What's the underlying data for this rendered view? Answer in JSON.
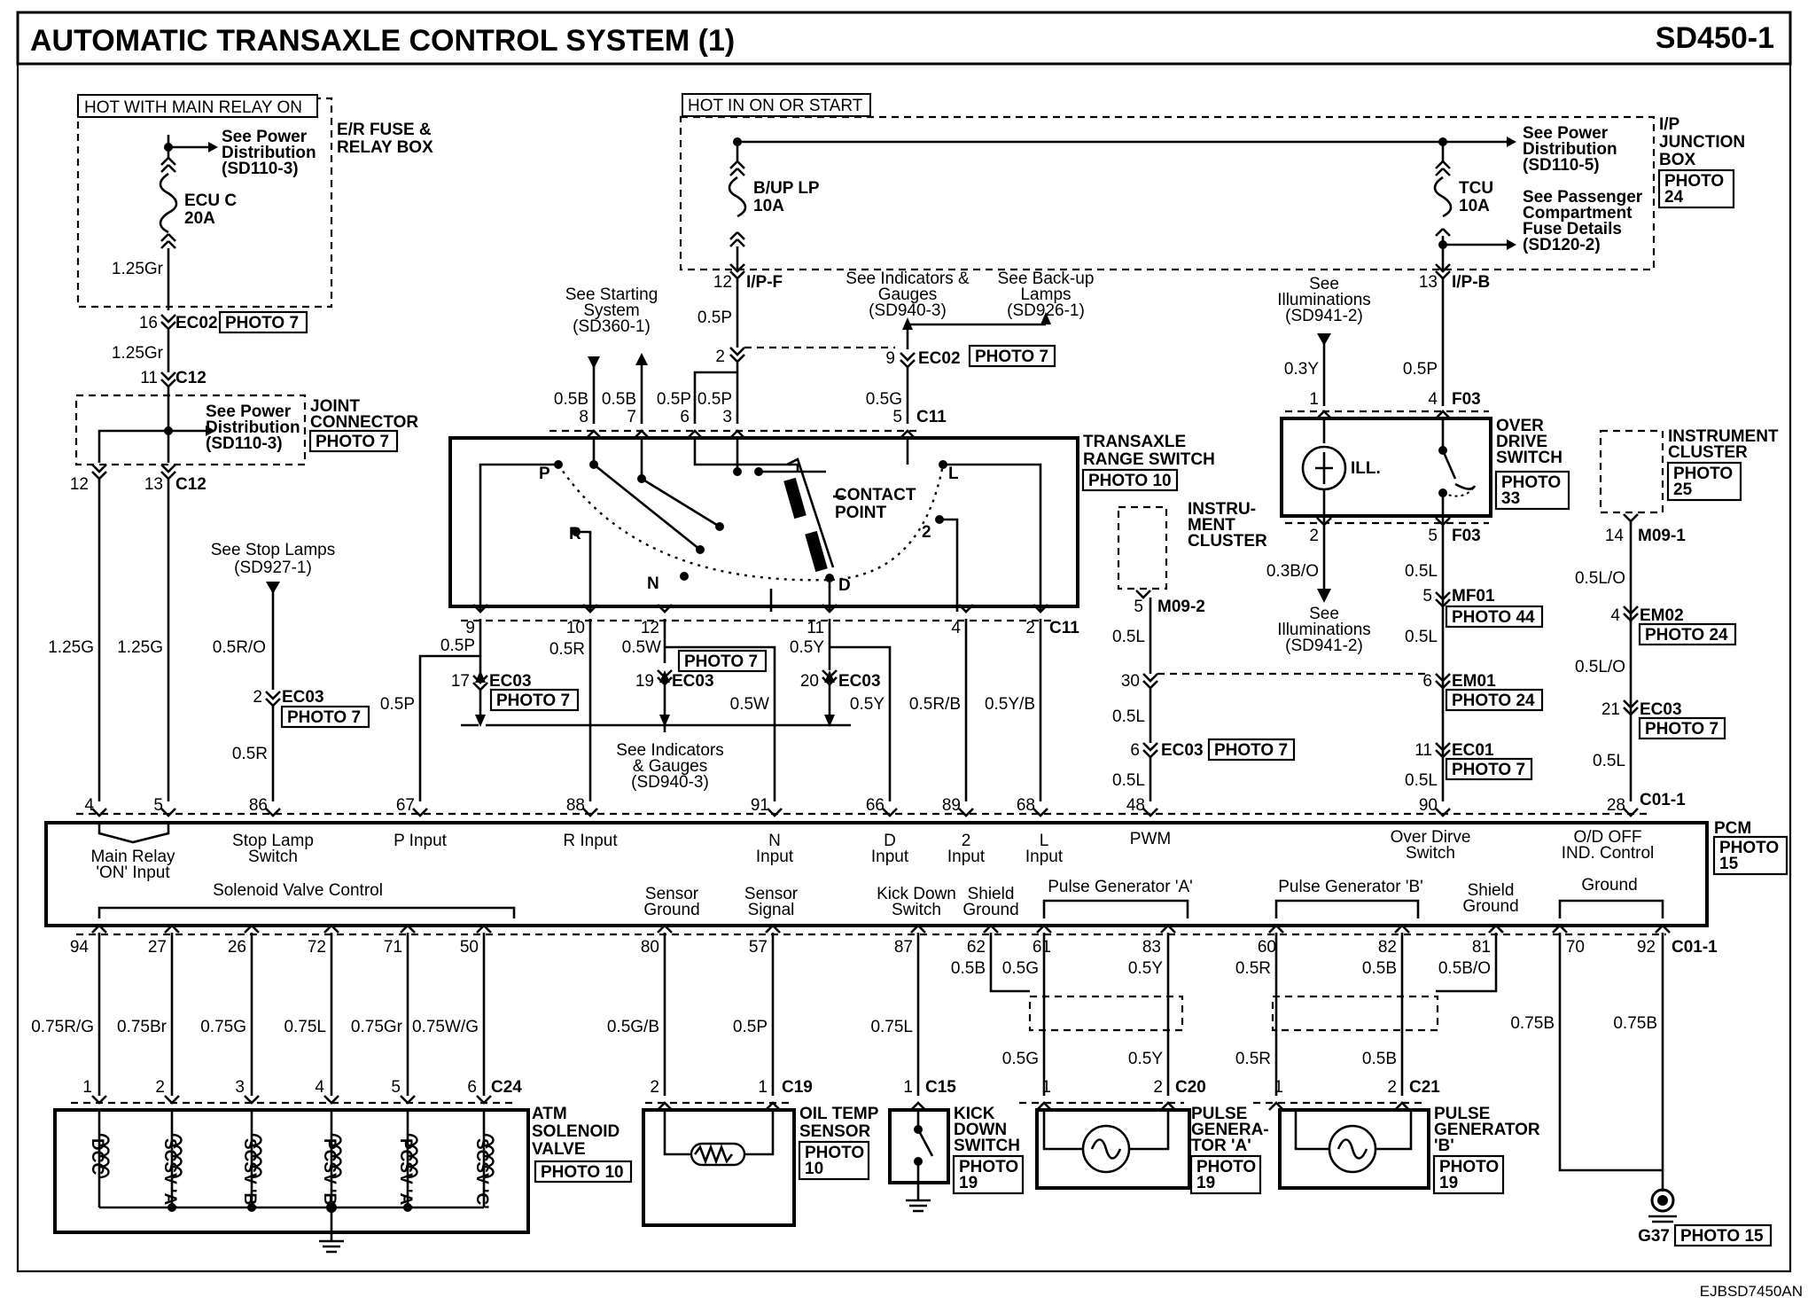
{
  "header": {
    "title": "AUTOMATIC TRANSAXLE CONTROL SYSTEM (1)",
    "code": "SD450-1"
  },
  "footer": {
    "code": "EJBSD7450AN"
  },
  "fuse_left": {
    "hot": "HOT WITH MAIN RELAY ON",
    "box": [
      "E/R FUSE &",
      "RELAY BOX"
    ],
    "see": [
      "See Power",
      "Distribution",
      "(SD110-3)"
    ],
    "fuse": [
      "ECU C",
      "20A"
    ],
    "wire": "1.25Gr"
  },
  "fuse_right": {
    "hot": "HOT IN ON OR START",
    "box": [
      "I/P",
      "JUNCTION",
      "BOX"
    ],
    "photo": [
      "PHOTO",
      "24"
    ],
    "see1": [
      "See Power",
      "Distribution",
      "(SD110-5)"
    ],
    "see2": [
      "See Passenger",
      "Compartment",
      "Fuse Details",
      "(SD120-2)"
    ],
    "fuse1": [
      "B/UP LP",
      "10A"
    ],
    "fuse2": [
      "TCU",
      "10A"
    ],
    "pin1": "12",
    "conn1": "I/P-F",
    "pin2": "13",
    "conn2": "I/P-B"
  },
  "ec02": {
    "pin": "16",
    "conn": "EC02",
    "photo": "PHOTO 7",
    "wire": "1.25Gr"
  },
  "joint": {
    "pin_top": "11",
    "conn": "C12",
    "label": [
      "JOINT",
      "CONNECTOR"
    ],
    "photo": "PHOTO 7",
    "see": [
      "See Power",
      "Distribution",
      "(SD110-3)"
    ],
    "pin_a": "12",
    "pin_b": "13",
    "conn_b": "C12"
  },
  "left_wires": {
    "w1": "1.25G",
    "w2": "1.25G"
  },
  "stop": {
    "see": [
      "See Stop Lamps",
      "(SD927-1)"
    ],
    "wire1": "0.5R/O",
    "pin": "2",
    "conn": "EC03",
    "photo": "PHOTO 7",
    "wire2": "0.5R"
  },
  "trs": {
    "title": [
      "TRANSAXLE",
      "RANGE SWITCH"
    ],
    "photo": "PHOTO 10",
    "contact": [
      "CONTACT",
      "POINT"
    ],
    "pos": {
      "P": "P",
      "R": "R",
      "N": "N",
      "D": "D",
      "two": "2",
      "L": "L"
    },
    "top_pins": [
      "8",
      "7",
      "6",
      "3",
      "5"
    ],
    "top_conn": "C11",
    "top_wires": [
      "0.5B",
      "0.5B",
      "0.5P",
      "0.5P",
      "0.5G"
    ],
    "bot_pins": [
      "9",
      "10",
      "12",
      "11",
      "4",
      "2"
    ],
    "bot_conn": "C11",
    "starting": [
      "See Starting",
      "System",
      "(SD360-1)"
    ],
    "ind": [
      "See Indicators &",
      "Gauges",
      "(SD940-3)"
    ],
    "backup": [
      "See Back-up",
      "Lamps",
      "(SD926-1)"
    ],
    "wire_bup": "0.5P",
    "pin_bup": "2",
    "pin_9": "9",
    "conn_ec02": "EC02",
    "photo_ec02": "PHOTO 7"
  },
  "mid": {
    "w9": "0.5P",
    "w10": "0.5R",
    "w12": "0.5W",
    "w11": "0.5Y",
    "ec17": "17",
    "ec19": "19",
    "ec20": "20",
    "conn": "EC03",
    "photo17": "PHOTO 7",
    "photo19": "PHOTO 7",
    "wp": "0.5P",
    "ww": "0.5W",
    "wy": "0.5Y",
    "wrb": "0.5R/B",
    "wyb": "0.5Y/B",
    "ind": [
      "See Indicators",
      "& Gauges",
      "(SD940-3)"
    ]
  },
  "cluster": {
    "label": [
      "INSTRU-",
      "MENT",
      "CLUSTER"
    ],
    "pin": "5",
    "conn": "M09-2",
    "wire": "0.5L",
    "pin30": "30",
    "w2": "0.5L",
    "pin6": "6",
    "conn2": "EC03",
    "photo": "PHOTO 7",
    "w3": "0.5L"
  },
  "odsw": {
    "label": [
      "OVER",
      "DRIVE",
      "SWITCH"
    ],
    "photo": [
      "PHOTO",
      "33"
    ],
    "ill": "ILL.",
    "see_top": [
      "See",
      "Illuminations",
      "(SD941-2)"
    ],
    "see_bot": [
      "See",
      "Illuminations",
      "(SD941-2)"
    ],
    "w03y": "0.3Y",
    "w05p": "0.5P",
    "pin1": "1",
    "pin4": "4",
    "conn": "F03",
    "pin2": "2",
    "pin5": "5",
    "conn2": "F03",
    "w03bo": "0.3B/O",
    "w1": "0.5L",
    "mf01pin": "5",
    "mf01": "MF01",
    "photo_mf01": "PHOTO 44",
    "w2": "0.5L",
    "em01pin": "6",
    "em01": "EM01",
    "photo_em01": "PHOTO 24",
    "ec01pin": "11",
    "ec01": "EC01",
    "photo_ec01": "PHOTO 7",
    "w3": "0.5L"
  },
  "ic_right": {
    "label": [
      "INSTRUMENT",
      "CLUSTER"
    ],
    "photo": [
      "PHOTO",
      "25"
    ],
    "pin": "14",
    "conn": "M09-1",
    "w1": "0.5L/O",
    "em02pin": "4",
    "em02": "EM02",
    "photo_em02": "PHOTO 24",
    "w2": "0.5L/O",
    "ec03pin": "21",
    "ec03": "EC03",
    "photo_ec03": "PHOTO 7",
    "w3": "0.5L"
  },
  "pcm": {
    "label": "PCM",
    "photo": [
      "PHOTO",
      "15"
    ],
    "top_pins": [
      "4",
      "5",
      "86",
      "67",
      "88",
      "91",
      "66",
      "89",
      "68",
      "48",
      "90",
      "28"
    ],
    "top_conn": "C01-1",
    "inputs": {
      "main": [
        "Main Relay",
        "'ON' Input"
      ],
      "stop": [
        "Stop Lamp",
        "Switch"
      ],
      "p": "P Input",
      "r": "R Input",
      "n": [
        "N",
        "Input"
      ],
      "d": [
        "D",
        "Input"
      ],
      "two": [
        "2",
        "Input"
      ],
      "l": [
        "L",
        "Input"
      ],
      "pwm": "PWM",
      "od": [
        "Over Dirve",
        "Switch"
      ],
      "odoff": [
        "O/D OFF",
        "IND. Control"
      ]
    },
    "bottom": {
      "sol": "Solenoid Valve Control",
      "sg": [
        "Sensor",
        "Ground"
      ],
      "ss": [
        "Sensor",
        "Signal"
      ],
      "kd": [
        "Kick Down",
        "Switch"
      ],
      "shield1": [
        "Shield",
        "Ground"
      ],
      "pga": "Pulse Generator 'A'",
      "pgb": "Pulse Generator 'B'",
      "shield2": [
        "Shield",
        "Ground"
      ],
      "gnd": "Ground"
    },
    "bot_pins": [
      "94",
      "27",
      "26",
      "72",
      "71",
      "50",
      "80",
      "57",
      "87",
      "62",
      "61",
      "83",
      "60",
      "82",
      "81",
      "70",
      "92"
    ],
    "bot_conn": "C01-1"
  },
  "sol": {
    "wires": [
      "0.75R/G",
      "0.75Br",
      "0.75G",
      "0.75L",
      "0.75Gr",
      "0.75W/G"
    ],
    "pins": [
      "1",
      "2",
      "3",
      "4",
      "5",
      "6"
    ],
    "conn": "C24",
    "label": [
      "ATM",
      "SOLENOID",
      "VALVE"
    ],
    "photo": "PHOTO 10",
    "coils": [
      "DCC",
      "SCSV 'A'",
      "SCSV 'B'",
      "PCSV 'B'",
      "PCSV 'A'",
      "SCSV 'C'"
    ]
  },
  "ots": {
    "w1": "0.5G/B",
    "w2": "0.5P",
    "pin2": "2",
    "pin1": "1",
    "conn": "C19",
    "label": [
      "OIL TEMP",
      "SENSOR"
    ],
    "photo": [
      "PHOTO",
      "10"
    ]
  },
  "kds": {
    "w": "0.75L",
    "pin": "1",
    "conn": "C15",
    "label": [
      "KICK",
      "DOWN",
      "SWITCH"
    ],
    "photo": [
      "PHOTO",
      "19"
    ]
  },
  "pga": {
    "w_shield": "0.5B",
    "w1": "0.5G",
    "w2": "0.5Y",
    "w1b": "0.5G",
    "w2b": "0.5Y",
    "pin1": "1",
    "pin2": "2",
    "conn": "C20",
    "label": [
      "PULSE",
      "GENERA-",
      "TOR 'A'"
    ],
    "photo": [
      "PHOTO",
      "19"
    ]
  },
  "pgb": {
    "w1": "0.5R",
    "w2": "0.5B",
    "w_shield": "0.5B/O",
    "w1b": "0.5R",
    "w2b": "0.5B",
    "pin1": "1",
    "pin2": "2",
    "conn": "C21",
    "label": [
      "PULSE",
      "GENERATOR",
      "'B'"
    ],
    "photo": [
      "PHOTO",
      "19"
    ]
  },
  "ground": {
    "w1": "0.75B",
    "w2": "0.75B",
    "g": "G37",
    "photo": "PHOTO 15"
  }
}
